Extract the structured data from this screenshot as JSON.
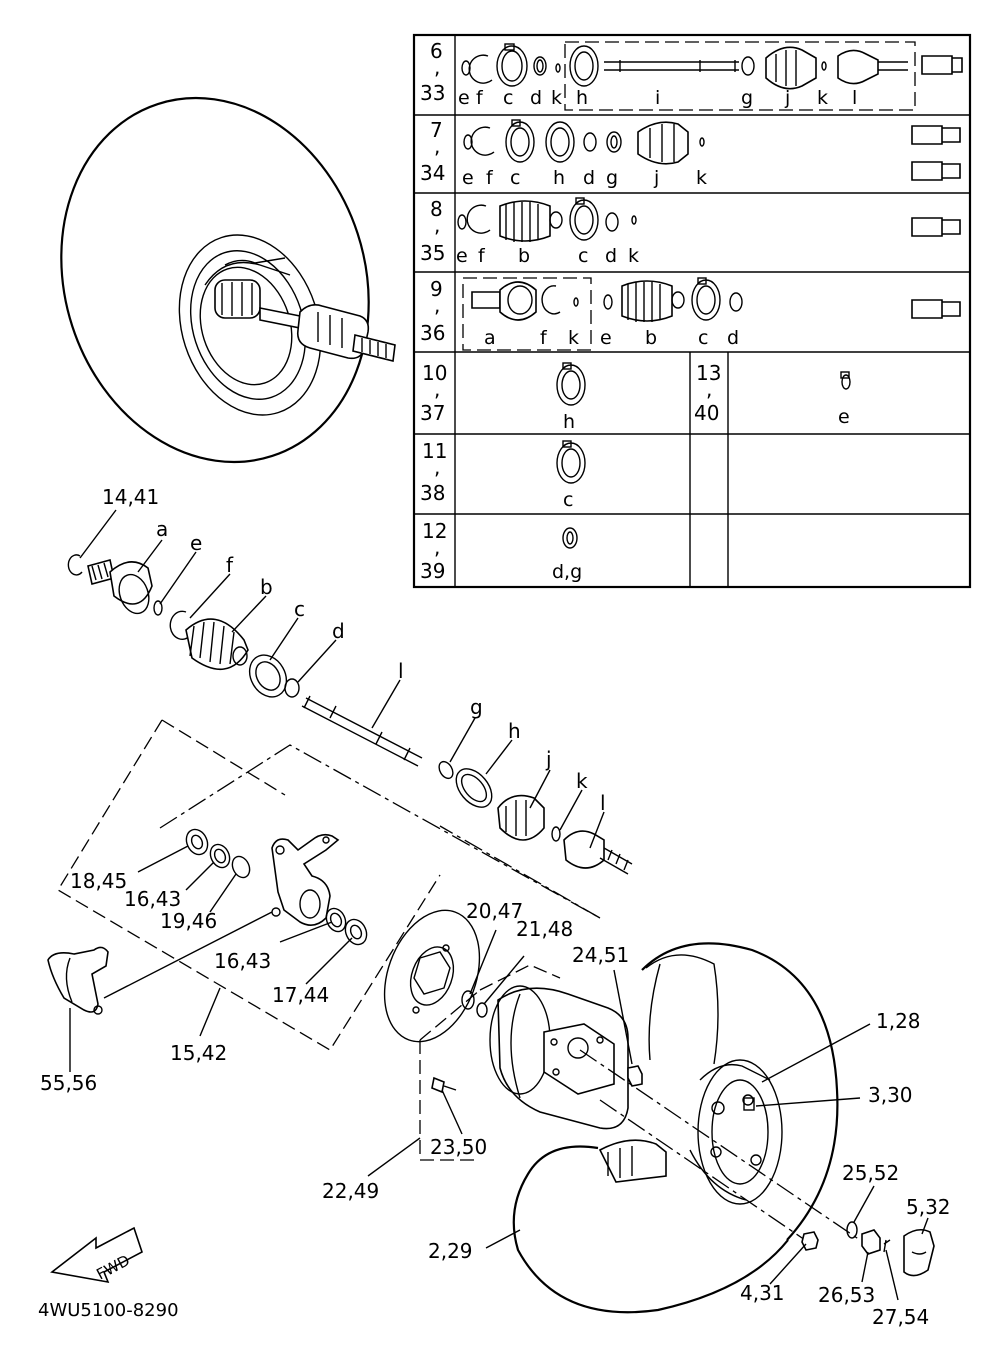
{
  "drawing_code": "4WU5100-8290",
  "fwd_label": "FWD",
  "table": {
    "rows": [
      {
        "nums": [
          "6",
          ",",
          "33"
        ],
        "letters": [
          "e",
          "f",
          "c",
          "d",
          "k",
          "h",
          "i",
          "g",
          "j",
          "k",
          "l"
        ]
      },
      {
        "nums": [
          "7",
          ",",
          "34"
        ],
        "letters": [
          "e",
          "f",
          "c",
          "h",
          "d",
          "g",
          "j",
          "k"
        ]
      },
      {
        "nums": [
          "8",
          ",",
          "35"
        ],
        "letters": [
          "e",
          "f",
          "b",
          "c",
          "d",
          "k"
        ]
      },
      {
        "nums": [
          "9",
          ",",
          "36"
        ],
        "letters": [
          "a",
          "f",
          "k",
          "e",
          "b",
          "c",
          "d"
        ]
      },
      {
        "nums": [
          "10",
          ",",
          "37"
        ],
        "letters": [
          "h"
        ],
        "right_nums": [
          "13",
          ",",
          "40"
        ],
        "right_letters": [
          "e"
        ]
      },
      {
        "nums": [
          "11",
          ",",
          "38"
        ],
        "letters": [
          "c"
        ]
      },
      {
        "nums": [
          "12",
          ",",
          "39"
        ],
        "letters": [
          "d,g"
        ]
      }
    ]
  },
  "callouts": {
    "p14_41": "14,41",
    "a": "a",
    "e": "e",
    "f": "f",
    "b": "b",
    "c": "c",
    "d": "d",
    "l_top": "l",
    "g": "g",
    "h": "h",
    "j": "j",
    "k": "k",
    "l": "l",
    "p18_45": "18,45",
    "p16_43a": "16,43",
    "p19_46": "19,46",
    "p16_43b": "16,43",
    "p17_44": "17,44",
    "p15_42": "15,42",
    "p55_56": "55,56",
    "p20_47": "20,47",
    "p21_48": "21,48",
    "p24_51": "24,51",
    "p1_28": "1,28",
    "p3_30": "3,30",
    "p23_50": "23,50",
    "p22_49": "22,49",
    "p25_52": "25,52",
    "p5_32": "5,32",
    "p2_29": "2,29",
    "p4_31": "4,31",
    "p26_53": "26,53",
    "p27_54": "27,54"
  }
}
